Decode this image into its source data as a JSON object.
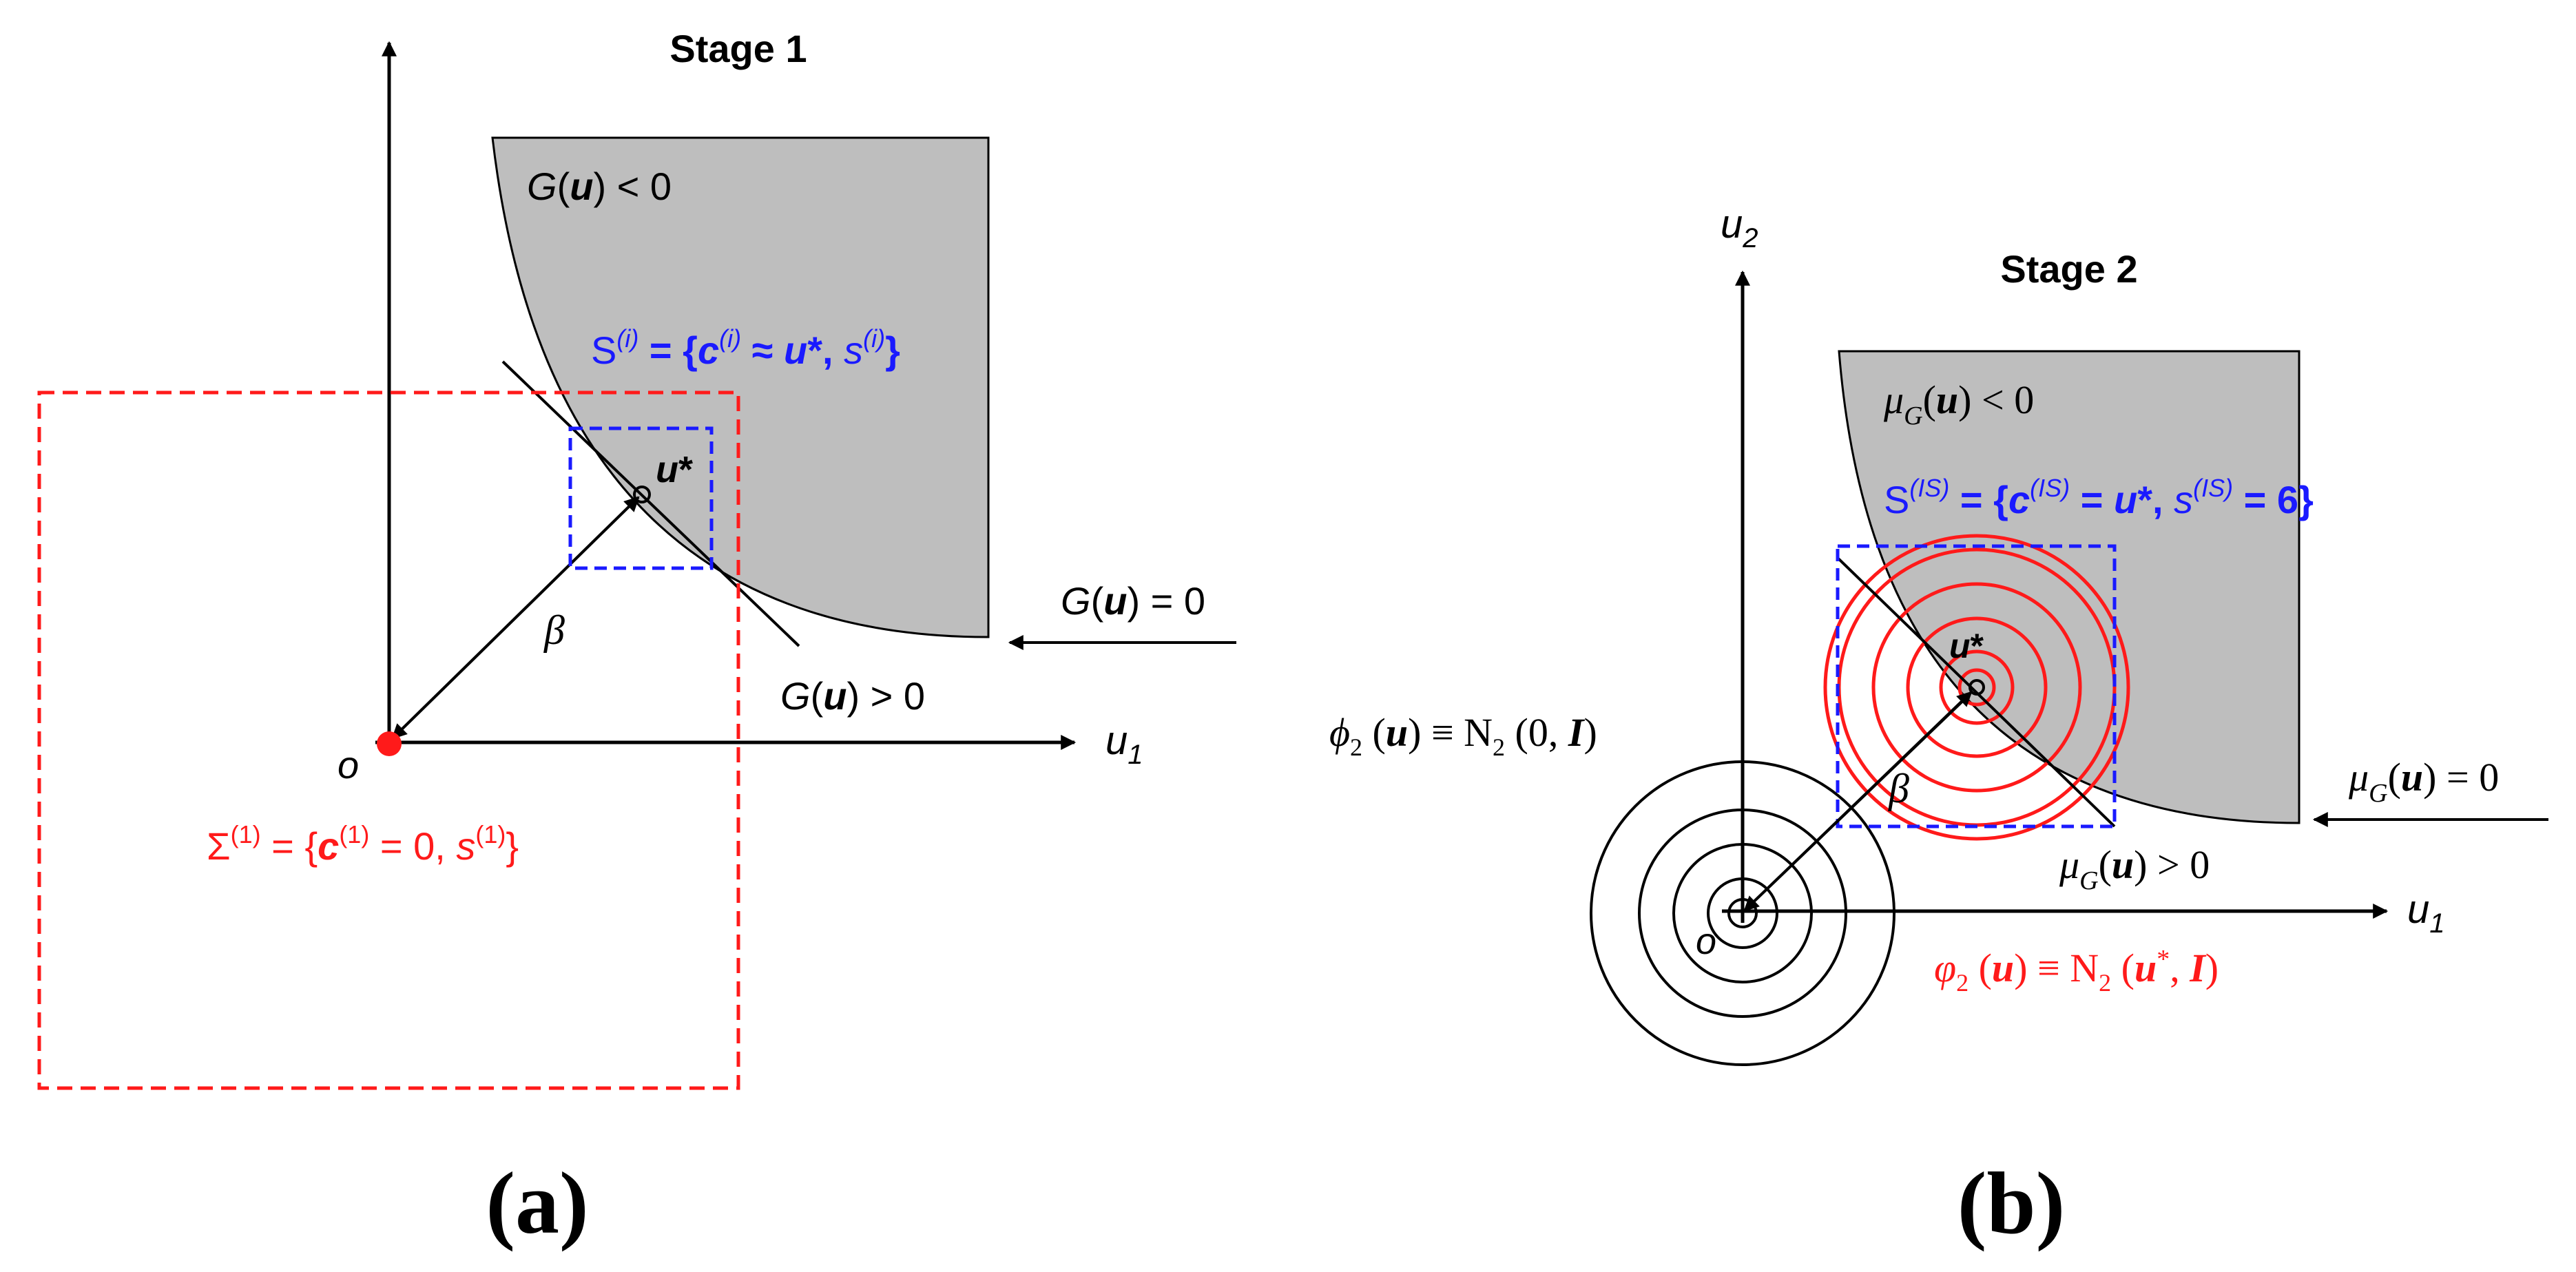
{
  "panel_a": {
    "stage_title": "Stage 1",
    "region_fail": {
      "G": "G",
      "u": "u",
      "rel": ") < 0",
      "open": "("
    },
    "region_safe": {
      "G": "G",
      "u": "u",
      "rel": ") > 0",
      "open": "("
    },
    "limit_state": {
      "G": "G",
      "u": "u",
      "rel": ") = 0",
      "open": "("
    },
    "sample_set": {
      "S": "S",
      "sup": "(i)",
      "open": " = {",
      "c": "c",
      "c_sup": "(i)",
      "approx": " ≈ ",
      "u": "u",
      "star": "*",
      "comma": ", ",
      "s": "s",
      "s_sup": "(i)",
      "close": "}"
    },
    "initial_set": {
      "Sigma": "Σ",
      "sup": "(1)",
      "open": " = {",
      "c": "c",
      "c_sup": "(1)",
      "eq": " = 0, ",
      "s": "s",
      "s_sup": "(1)",
      "close": "}"
    },
    "mpp": {
      "u": "u",
      "star": "*"
    },
    "beta": "β",
    "origin": "o",
    "axis_u1": {
      "u": "u",
      "sub": "1"
    },
    "label": "(a)"
  },
  "panel_b": {
    "stage_title": "Stage 2",
    "region_fail": {
      "mu": "μ",
      "G": "G",
      "hat": "^",
      "open": "(",
      "u": "u",
      "rel": ") < 0"
    },
    "region_safe": {
      "mu": "μ",
      "G": "G",
      "hat": "^",
      "open": "(",
      "u": "u",
      "rel": ") > 0"
    },
    "limit_state": {
      "mu": "μ",
      "G": "G",
      "hat": "^",
      "open": "(",
      "u": "u",
      "rel": ") = 0"
    },
    "sample_set": {
      "S": "S",
      "sup": "(IS)",
      "open": " = {",
      "c": "c",
      "c_sup": "(IS)",
      "eq": " = ",
      "u": "u",
      "star": "*",
      "comma": ", ",
      "s": "s",
      "s_sup": "(IS)",
      "eq2": " = 6}"
    },
    "phi_original": {
      "phi": "ϕ",
      "sub": "2",
      "open": " (",
      "u": "u",
      "mid": ") ≡ N",
      "nsub": "2",
      "tail_open": " (0, ",
      "I": "I",
      "close": ")"
    },
    "phi_is": {
      "phi": "φ",
      "sub": "2",
      "open": " (",
      "u": "u",
      "mid": ") ≡ N",
      "nsub": "2",
      "tail_open": " (",
      "u2": "u",
      "star": "*",
      "comma": ", ",
      "I": "I",
      "close": ")"
    },
    "mpp": {
      "u": "u",
      "star": "*"
    },
    "beta": "β",
    "origin": "o",
    "axis_u1": {
      "u": "u",
      "sub": "1"
    },
    "axis_u2": {
      "u": "u",
      "sub": "2"
    },
    "label": "(b)"
  },
  "colors": {
    "text": "#000000",
    "red": "#ff1a1a",
    "blue": "#1a1aff",
    "region": "#bebebe"
  }
}
